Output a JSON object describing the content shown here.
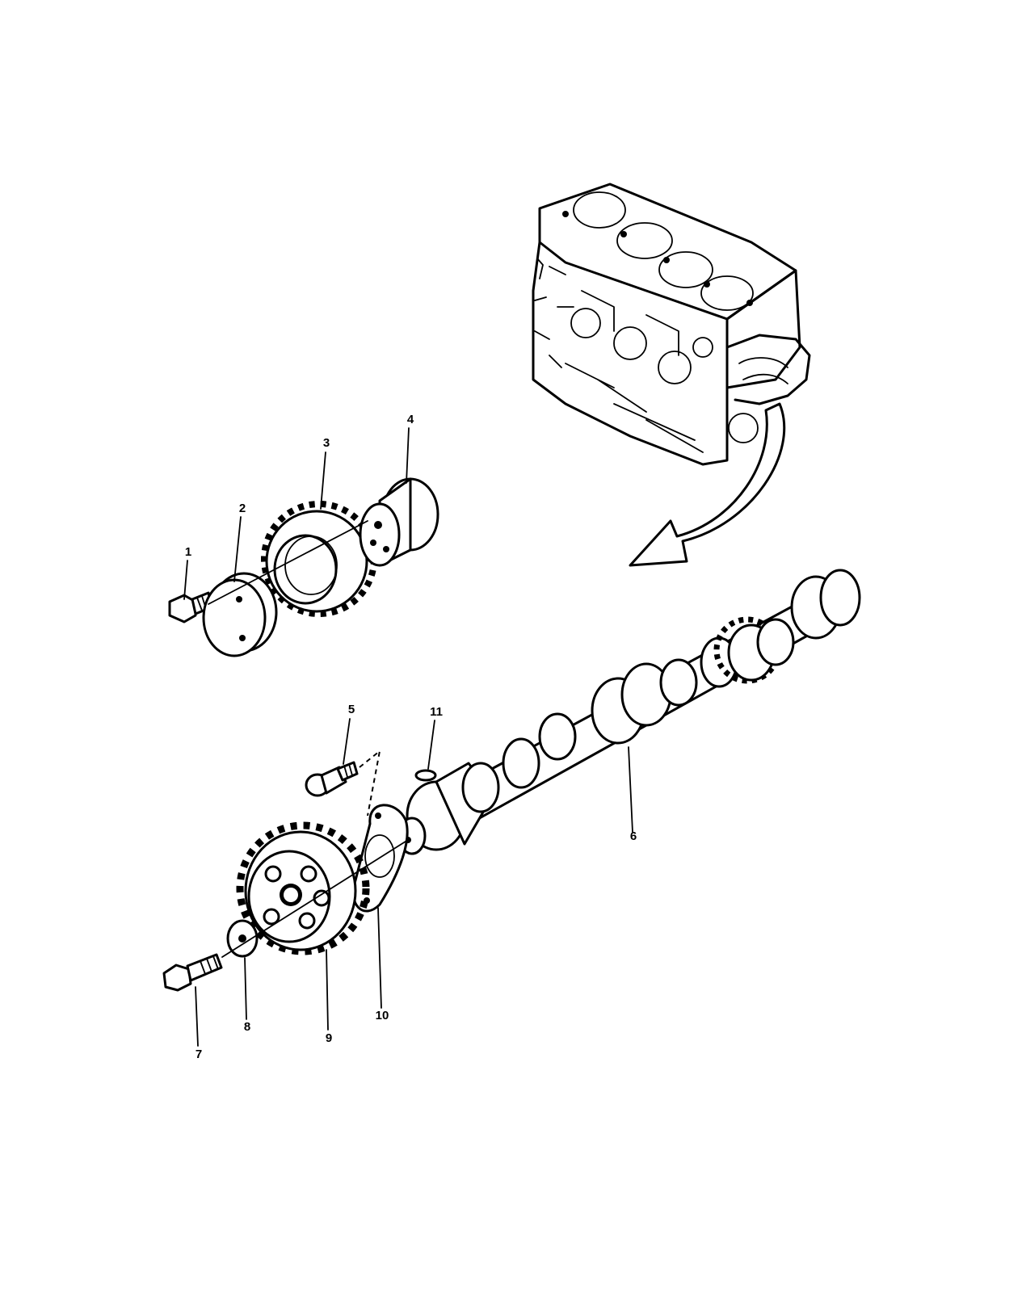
{
  "callouts": [
    "1",
    "2",
    "3",
    "4",
    "5",
    "6",
    "7",
    "8",
    "9",
    "10",
    "11"
  ],
  "colors": {
    "ink": "#000000",
    "paper": "#ffffff"
  }
}
